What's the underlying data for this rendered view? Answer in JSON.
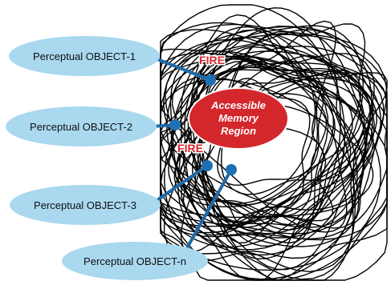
{
  "objects": [
    {
      "label": "Perceptual OBJECT-1"
    },
    {
      "label": "Perceptual OBJECT-2"
    },
    {
      "label": "Perceptual OBJECT-3"
    },
    {
      "label": "Perceptual OBJECT-n"
    }
  ],
  "memory_region": {
    "line1": "Accessible",
    "line2": "Memory",
    "line3": "Region"
  },
  "fire_labels": [
    "FIRE",
    "FIRE"
  ],
  "colors": {
    "object_fill": "#a9d8ef",
    "connector": "#1e6aa8",
    "node": "#1f6fb5",
    "memory_fill": "#d3272c",
    "fire_fill": "#d3272c",
    "scribble": "#000000"
  }
}
